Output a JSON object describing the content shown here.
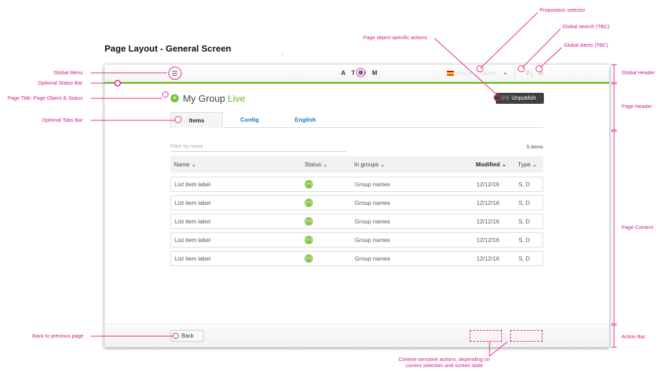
{
  "doc_title": "Page Layout - General Screen",
  "header": {
    "logo": "ATOM",
    "proposition_chevron": "⌄"
  },
  "page": {
    "title": "My Group",
    "status": "Live",
    "action_label": "Unpublish"
  },
  "tabs": [
    {
      "label": "Items",
      "active": true
    },
    {
      "label": "Config",
      "active": false
    },
    {
      "label": "English",
      "active": false
    }
  ],
  "filter": {
    "placeholder": "Filter by name",
    "count": "5 items"
  },
  "columns": [
    {
      "label": "Name",
      "bold": false
    },
    {
      "label": "Status",
      "bold": false
    },
    {
      "label": "In groups",
      "bold": false
    },
    {
      "label": "Modified",
      "bold": true
    },
    {
      "label": "Type",
      "bold": false
    }
  ],
  "rows": [
    {
      "name": "List item label",
      "groups": "Group names",
      "modified": "12/12/16",
      "type": "S, D"
    },
    {
      "name": "List item label",
      "groups": "Group names",
      "modified": "12/12/16",
      "type": "S, D"
    },
    {
      "name": "List item label",
      "groups": "Group names",
      "modified": "12/12/16",
      "type": "S, D"
    },
    {
      "name": "List item label",
      "groups": "Group names",
      "modified": "12/12/16",
      "type": "S, D"
    },
    {
      "name": "List item label",
      "groups": "Group names",
      "modified": "12/12/16",
      "type": "S, D"
    }
  ],
  "action_bar": {
    "back_label": "Back"
  },
  "annotations": {
    "global_menu": "Global Menu",
    "status_bar": "Optional Status Bar",
    "page_title": "Page Title: Page Object & Status",
    "tabs_bar": "Optional  Tabs Bar",
    "back": "Back to previous page",
    "proposition": "Proposition selector",
    "global_search": "Global search (TBC)",
    "global_alerts": "Global Alerts (TBC)",
    "object_actions": "Page object-specific actions",
    "context_line1": "Context-sensitive actions, depending on",
    "context_line2": "current selection and screen state"
  },
  "regions": {
    "global_header": "Global Header",
    "page_header": "Page Header",
    "page_content": "Page Content",
    "action_bar": "Action Bar"
  },
  "colors": {
    "annotation": "#e0218a",
    "status_green": "#80c242",
    "link_blue": "#1a73c7",
    "dark_button": "#3f3f3f"
  }
}
